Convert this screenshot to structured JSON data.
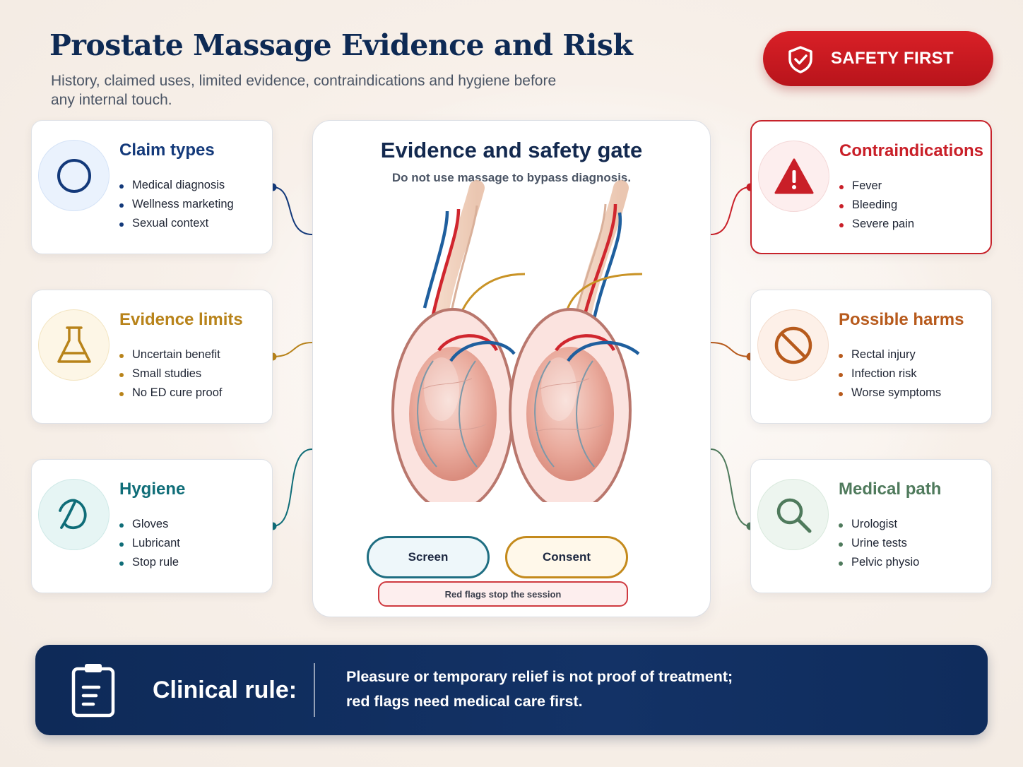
{
  "header": {
    "title": "Prostate Massage Evidence and Risk",
    "subtitle": "History, claimed uses, limited evidence, contraindications and hygiene before any internal touch.",
    "badge": "SAFETY FIRST"
  },
  "center": {
    "title": "Evidence and safety gate",
    "subtitle": "Do not use massage to bypass diagnosis.",
    "screen_label": "Screen",
    "consent_label": "Consent",
    "red_flag_text": "Red flags stop the session"
  },
  "cards": {
    "claim": {
      "title": "Claim types",
      "items": [
        "Medical diagnosis",
        "Wellness marketing",
        "Sexual context"
      ],
      "color": "#13397a",
      "icon": "circle-icon"
    },
    "evidence": {
      "title": "Evidence limits",
      "items": [
        "Uncertain benefit",
        "Small studies",
        "No ED cure proof"
      ],
      "color": "#b8831a",
      "icon": "flask-icon"
    },
    "hygiene": {
      "title": "Hygiene",
      "items": [
        "Gloves",
        "Lubricant",
        "Stop rule"
      ],
      "color": "#0f6d78",
      "icon": "glove-loop-icon"
    },
    "contra": {
      "title": "Contraindications",
      "items": [
        "Fever",
        "Bleeding",
        "Severe pain"
      ],
      "color": "#c91f28",
      "icon": "warning-icon"
    },
    "harms": {
      "title": "Possible harms",
      "items": [
        "Rectal injury",
        "Infection risk",
        "Worse symptoms"
      ],
      "color": "#b75a1c",
      "icon": "prohibited-icon"
    },
    "medical": {
      "title": "Medical path",
      "items": [
        "Urologist",
        "Urine tests",
        "Pelvic physio"
      ],
      "color": "#4f7a5c",
      "icon": "magnifier-icon"
    }
  },
  "rule": {
    "label": "Clinical rule:",
    "line1": "Pleasure or temporary relief is not proof of treatment;",
    "line2": "red flags need medical care first."
  }
}
